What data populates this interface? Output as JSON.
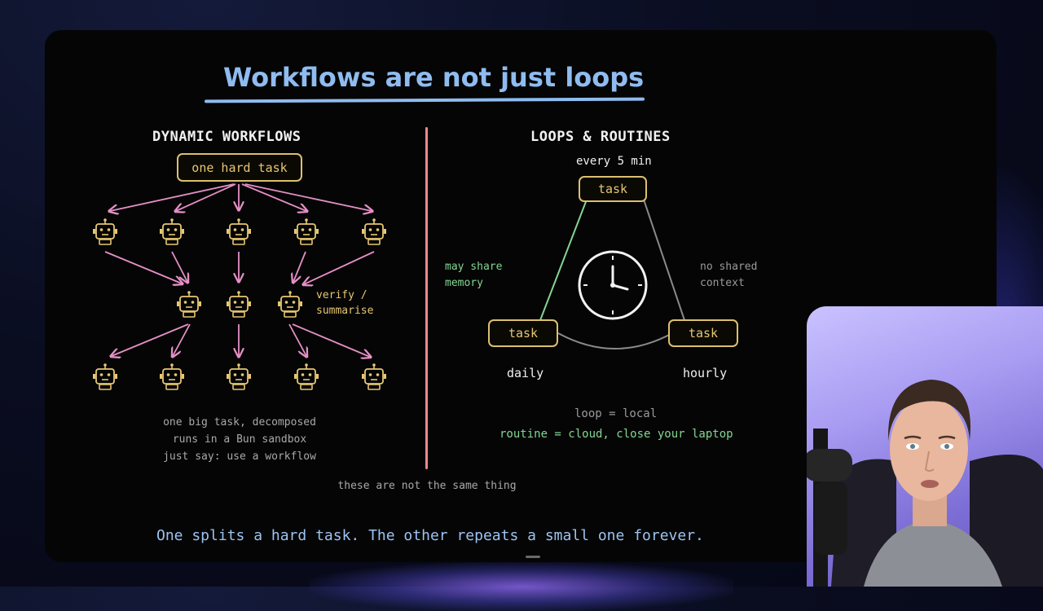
{
  "slide": {
    "title": "Workflows are not just loops",
    "divider_caption": "these are not the same thing",
    "bottom_line": "One splits a hard task. The other repeats a small one forever."
  },
  "dynamic": {
    "heading": "DYNAMIC WORKFLOWS",
    "root_task": "one hard task",
    "verify_label_line1": "verify /",
    "verify_label_line2": "summarise",
    "caption_lines": [
      "one big task, decomposed",
      "runs in a Bun sandbox",
      "just say: use a workflow"
    ]
  },
  "loops": {
    "heading": "LOOPS & ROUTINES",
    "top_schedule": "every 5 min",
    "top_task": "task",
    "left_task": "task",
    "right_task": "task",
    "left_schedule": "daily",
    "right_schedule": "hourly",
    "left_note_line1": "may share",
    "left_note_line2": "memory",
    "right_note_line1": "no shared",
    "right_note_line2": "context",
    "loop_eq": "loop = local",
    "routine_eq": "routine = cloud, close your laptop"
  },
  "colors": {
    "title_blue": "#8fbcf0",
    "task_gold": "#dcc06e",
    "arrow_pink": "#e590c6",
    "divider_pink": "#e88a8c",
    "note_green": "#83d692",
    "line_grey": "#8a8a8a"
  },
  "icons": {
    "robot": "robot-icon",
    "clock": "clock-icon"
  }
}
